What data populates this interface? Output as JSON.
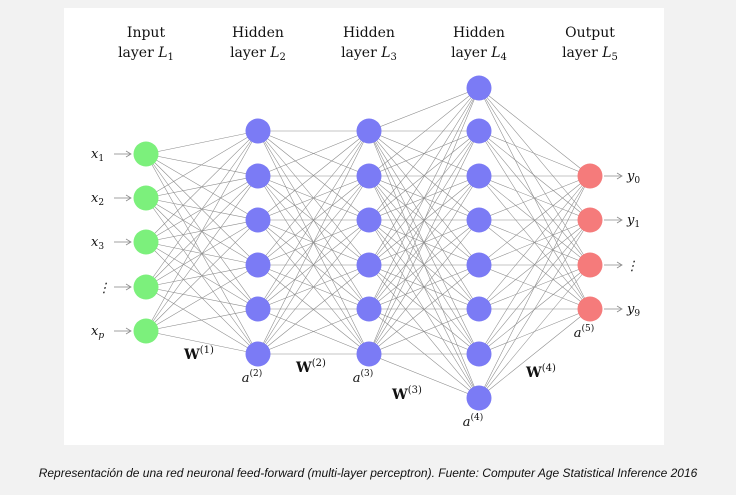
{
  "layers": [
    {
      "title_line1": "Input",
      "title_line2": "layer",
      "title_var": "L",
      "title_sub": "1",
      "color": "#7cf07c",
      "neuron_count": 5
    },
    {
      "title_line1": "Hidden",
      "title_line2": "layer",
      "title_var": "L",
      "title_sub": "2",
      "color": "#7b7bf5",
      "neuron_count": 6
    },
    {
      "title_line1": "Hidden",
      "title_line2": "layer",
      "title_var": "L",
      "title_sub": "3",
      "color": "#7b7bf5",
      "neuron_count": 6
    },
    {
      "title_line1": "Hidden",
      "title_line2": "layer",
      "title_var": "L",
      "title_sub": "4",
      "color": "#7b7bf5",
      "neuron_count": 8
    },
    {
      "title_line1": "Output",
      "title_line2": "layer",
      "title_var": "L",
      "title_sub": "5",
      "color": "#f57b7b",
      "neuron_count": 4
    }
  ],
  "inputs": [
    {
      "var": "x",
      "sub": "1"
    },
    {
      "var": "x",
      "sub": "2"
    },
    {
      "var": "x",
      "sub": "3"
    },
    {
      "var": "⋮",
      "sub": ""
    },
    {
      "var": "x",
      "sub": "p"
    }
  ],
  "outputs": [
    {
      "var": "y",
      "sub": "0"
    },
    {
      "var": "y",
      "sub": "1"
    },
    {
      "var": "⋮",
      "sub": ""
    },
    {
      "var": "y",
      "sub": "9"
    }
  ],
  "activations": [
    {
      "var": "a",
      "sup": "(2)"
    },
    {
      "var": "a",
      "sup": "(3)"
    },
    {
      "var": "a",
      "sup": "(4)"
    },
    {
      "var": "a",
      "sup": "(5)"
    }
  ],
  "weights": [
    {
      "var": "W",
      "sup": "(1)"
    },
    {
      "var": "W",
      "sup": "(2)"
    },
    {
      "var": "W",
      "sup": "(3)"
    },
    {
      "var": "W",
      "sup": "(4)"
    }
  ],
  "caption": "Representación de una red neuronal feed-forward (multi-layer perceptron). Fuente: Computer Age Statistical Inference 2016"
}
